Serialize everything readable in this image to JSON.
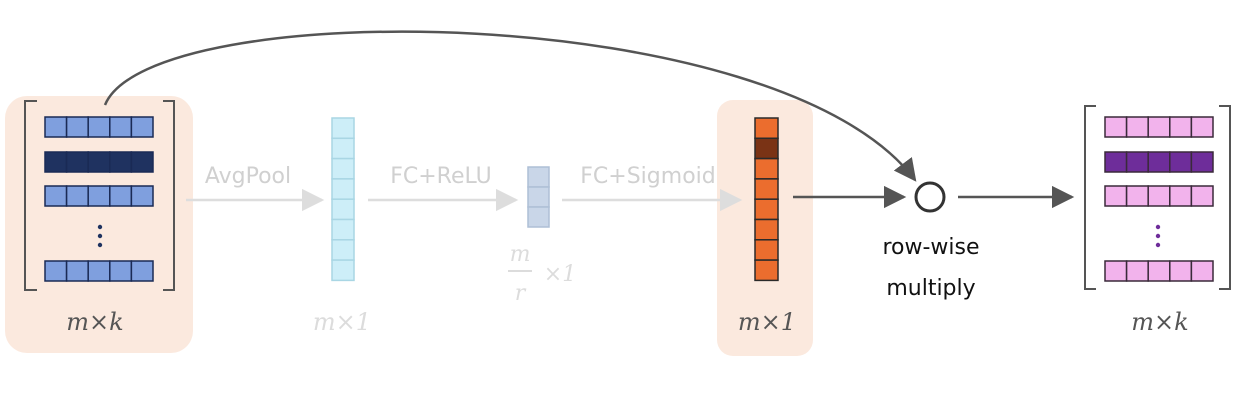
{
  "colors": {
    "highlight_bg": "#fbe9de",
    "input_cell": "#7f9fde",
    "input_cell_dark": "#1f3260",
    "pooled_cell": "#cdeef8",
    "reduced_cell": "#c9d6e8",
    "weight_cell": "#eb6d2e",
    "weight_cell_dark": "#7a3315",
    "output_cell": "#f2b3ec",
    "output_cell_dark": "#6e2d9a",
    "faded": "#d9d9d9",
    "arrow": "#555555"
  },
  "labels": {
    "avgpool": "AvgPool",
    "fc_relu": "FC+ReLU",
    "fc_sigmoid": "FC+Sigmoid",
    "row_wise": "row-wise",
    "multiply": "multiply",
    "input_dim": "m×k",
    "pooled_dim": "m×1",
    "reduced_num": "m",
    "reduced_den": "r",
    "reduced_times": "×1",
    "weight_dim": "m×1",
    "output_dim": "m×k"
  },
  "icons": {
    "vertical_ellipsis": "vertical-ellipsis-icon",
    "multiply_operator": "circle-operator-icon"
  }
}
